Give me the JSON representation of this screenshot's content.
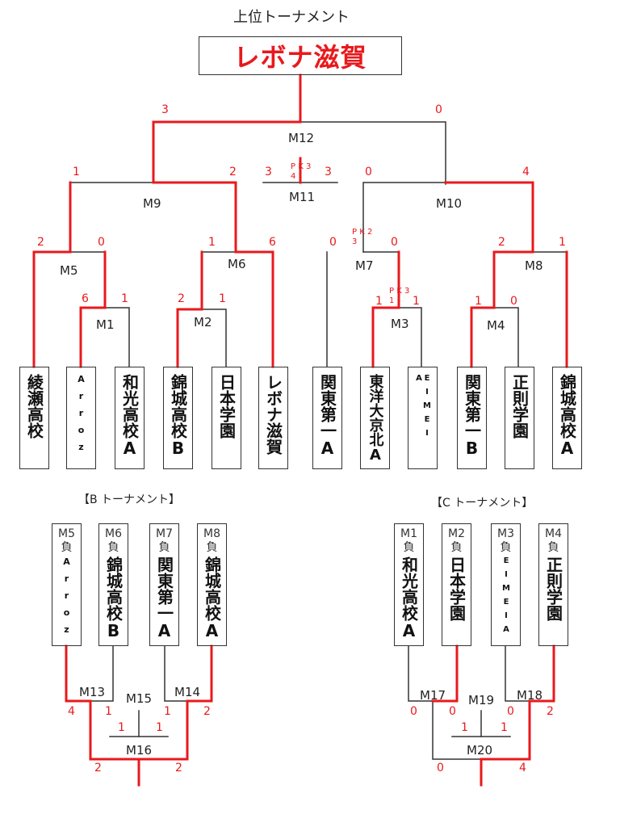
{
  "titles": {
    "main": "上位トーナメント",
    "b": "【B トーナメント】",
    "c": "【C トーナメント】"
  },
  "champion": "レボナ滋賀",
  "colors": {
    "win": "#e8191c",
    "line": "#333333"
  },
  "main_teams": [
    {
      "name": "綾瀬高校"
    },
    {
      "name": "Arroz"
    },
    {
      "name": "和光高校A"
    },
    {
      "name": "錦城高校B"
    },
    {
      "name": "日本学園"
    },
    {
      "name": "レボナ滋賀"
    },
    {
      "name": "関東第一A"
    },
    {
      "name": "東洋大京北A"
    },
    {
      "name": "EIMEI A"
    },
    {
      "name": "関東第一B"
    },
    {
      "name": "正則学園"
    },
    {
      "name": "錦城高校A"
    }
  ],
  "main_matches": {
    "m1": {
      "label": "M1",
      "left": "6",
      "right": "1"
    },
    "m2": {
      "label": "M2",
      "left": "2",
      "right": "1"
    },
    "m3": {
      "label": "M3",
      "left": "1",
      "right": "1",
      "pk": "P K 3 1"
    },
    "m4": {
      "label": "M4",
      "left": "1",
      "right": "0"
    },
    "m5": {
      "label": "M5",
      "left": "2",
      "right": "0"
    },
    "m6": {
      "label": "M6",
      "left": "1",
      "right": "6"
    },
    "m7": {
      "label": "M7",
      "left": "0",
      "right": "0",
      "pk": "P K 2 3"
    },
    "m8": {
      "label": "M8",
      "left": "2",
      "right": "1"
    },
    "m9": {
      "label": "M9",
      "left": "1",
      "right": "2"
    },
    "m10": {
      "label": "M10",
      "left": "0",
      "right": "4"
    },
    "m11": {
      "label": "M11",
      "left": "3",
      "right": "3",
      "pk": "P K 3 4"
    },
    "m12": {
      "label": "M12",
      "left": "3",
      "right": "0"
    }
  },
  "b_teams": [
    {
      "loser_of": "M5負",
      "name": "Arroz"
    },
    {
      "loser_of": "M6負",
      "name": "錦城高校B"
    },
    {
      "loser_of": "M7負",
      "name": "関東第一A"
    },
    {
      "loser_of": "M8負",
      "name": "錦城高校A"
    }
  ],
  "b_matches": {
    "m13": {
      "label": "M13",
      "left": "4",
      "right": "1"
    },
    "m14": {
      "label": "M14",
      "left": "1",
      "right": "2"
    },
    "m15": {
      "label": "M15",
      "left": "1",
      "right": "1"
    },
    "m16": {
      "label": "M16",
      "left": "2",
      "right": "2"
    }
  },
  "c_teams": [
    {
      "loser_of": "M1負",
      "name": "和光高校A"
    },
    {
      "loser_of": "M2負",
      "name": "日本学園"
    },
    {
      "loser_of": "M3負",
      "name": "EIMEIA"
    },
    {
      "loser_of": "M4負",
      "name": "正則学園"
    }
  ],
  "c_matches": {
    "m17": {
      "label": "M17",
      "left": "0",
      "right": "0"
    },
    "m18": {
      "label": "M18",
      "left": "0",
      "right": "2"
    },
    "m19": {
      "label": "M19",
      "left": "1",
      "right": "1"
    },
    "m20": {
      "label": "M20",
      "left": "0",
      "right": "4"
    }
  }
}
